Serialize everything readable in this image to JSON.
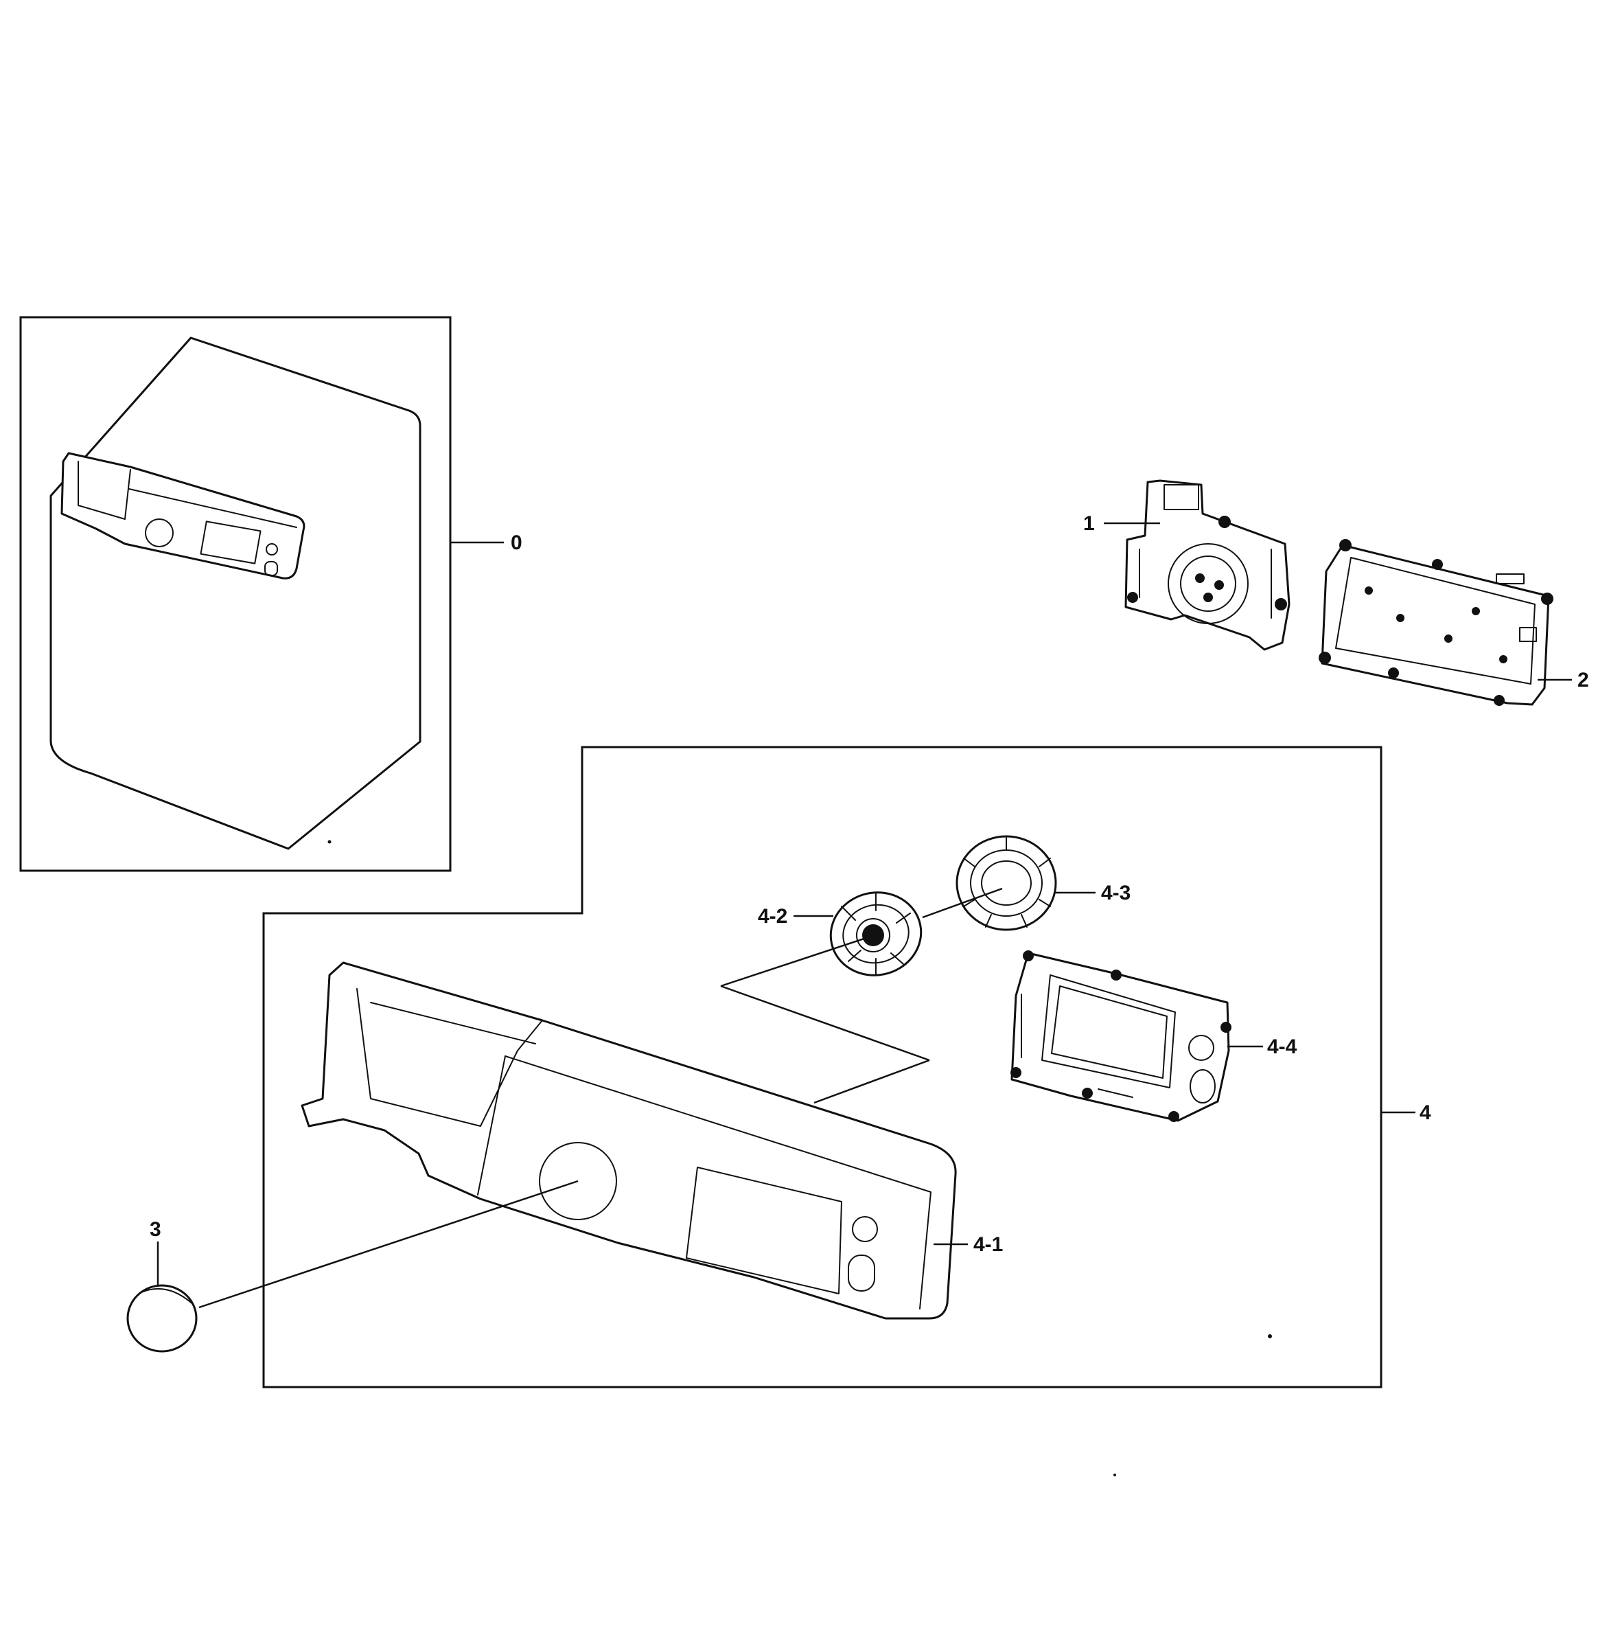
{
  "callouts": {
    "c0": "0",
    "c1": "1",
    "c2": "2",
    "c3": "3",
    "c4": "4",
    "c4_1": "4-1",
    "c4_2": "4-2",
    "c4_3": "4-3",
    "c4_4": "4-4"
  }
}
